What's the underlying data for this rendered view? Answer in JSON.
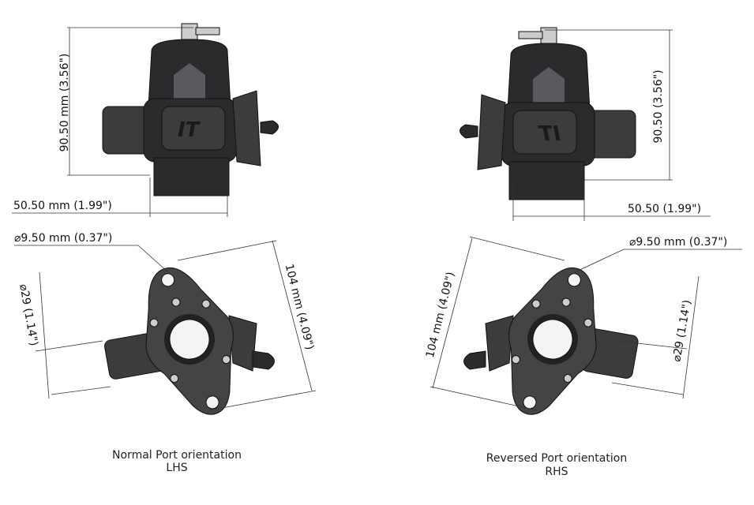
{
  "left": {
    "height_dim": "90.50 mm (3.56\")",
    "width_dim": "50.50 mm (1.99\")",
    "hole_dim": "⌀9.50 mm (0.37\")",
    "port_dim": "⌀29 (1.14\")",
    "flange_dim": "104 mm (4.09\")",
    "caption": "Normal Port orientation",
    "side": "LHS"
  },
  "right": {
    "height_dim": "90.50 (3.56\")",
    "width_dim": "50.50 (1.99\")",
    "hole_dim": "⌀9.50 mm (0.37\")",
    "port_dim": "⌀29 (1.14\")",
    "flange_dim": "104 mm (4.09\")",
    "caption": "Reversed Port orientation",
    "side": "RHS"
  }
}
